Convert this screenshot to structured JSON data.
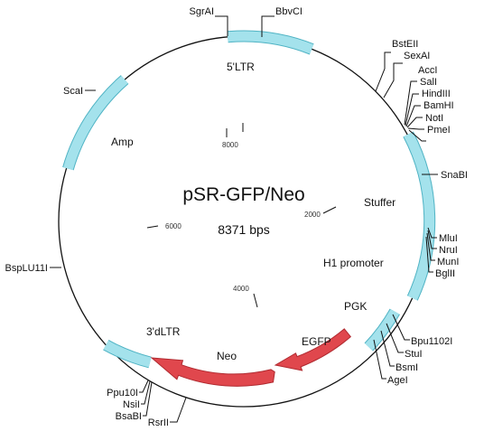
{
  "plasmid": {
    "name": "pSR-GFP/Neo",
    "size_label": "8371 bps",
    "total_bp": 8371
  },
  "colors": {
    "segment": "#a4e2ec",
    "segment_stroke": "#4fb3c4",
    "arrow": "#e0474d",
    "arrow_stroke": "#b02a30",
    "backbone": "#111111"
  },
  "tick_marks": [
    {
      "label": "2000"
    },
    {
      "label": "4000"
    },
    {
      "label": "6000"
    },
    {
      "label": "8000"
    }
  ],
  "features": [
    {
      "label": "5'LTR"
    },
    {
      "label": "Amp"
    },
    {
      "label": "Stuffer"
    },
    {
      "label": "H1 promoter"
    },
    {
      "label": "PGK"
    },
    {
      "label": "EGFP"
    },
    {
      "label": "Neo"
    },
    {
      "label": "3'dLTR"
    }
  ],
  "sites": [
    {
      "label": "SgrAI"
    },
    {
      "label": "BbvCI"
    },
    {
      "label": "BstEII"
    },
    {
      "label": "SexAI"
    },
    {
      "label": "AccI"
    },
    {
      "label": "SalI"
    },
    {
      "label": "HindIII"
    },
    {
      "label": "BamHI"
    },
    {
      "label": "NotI"
    },
    {
      "label": "PmeI"
    },
    {
      "label": "SnaBI"
    },
    {
      "label": "MluI"
    },
    {
      "label": "NruI"
    },
    {
      "label": "MunI"
    },
    {
      "label": "BglII"
    },
    {
      "label": "Bpu1102I"
    },
    {
      "label": "StuI"
    },
    {
      "label": "BsmI"
    },
    {
      "label": "AgeI"
    },
    {
      "label": "RsrII"
    },
    {
      "label": "BsaBI"
    },
    {
      "label": "NsiI"
    },
    {
      "label": "Ppu10I"
    },
    {
      "label": "BspLU11I"
    },
    {
      "label": "ScaI"
    }
  ]
}
